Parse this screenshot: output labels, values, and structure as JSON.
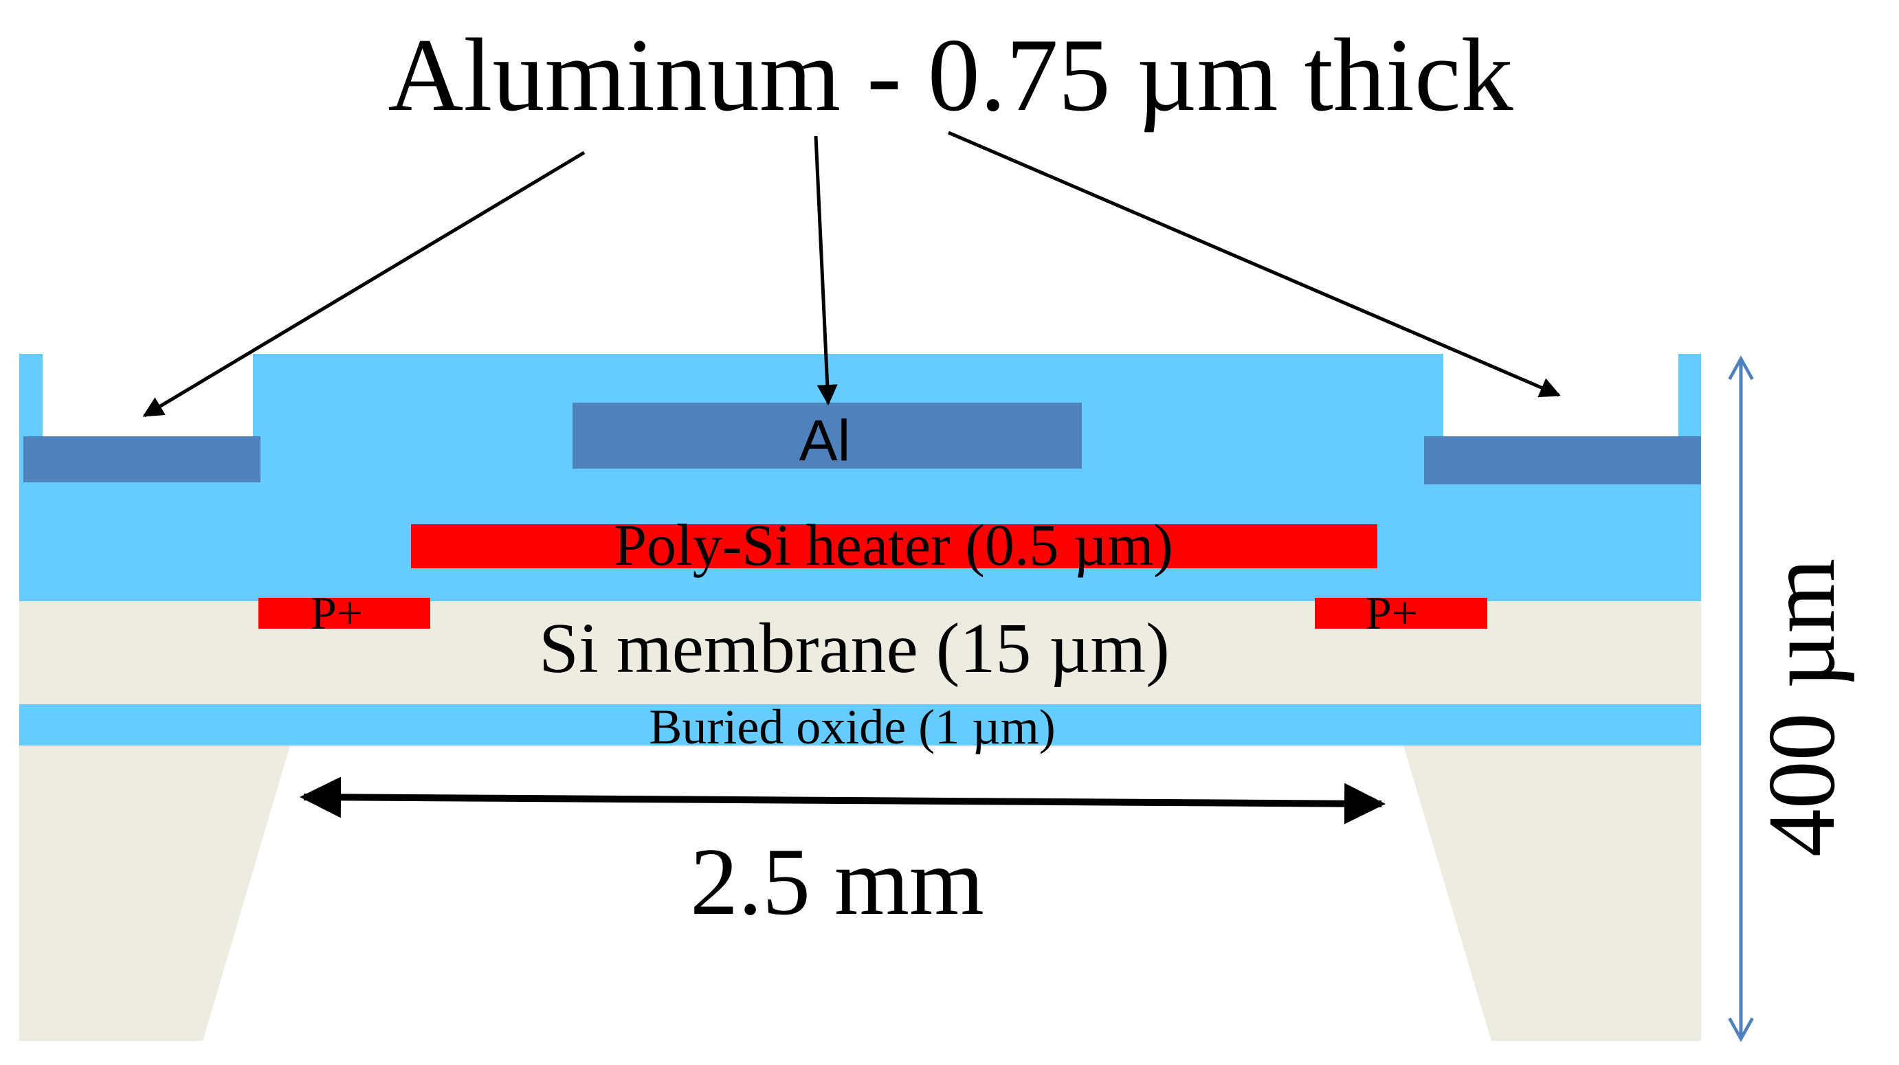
{
  "title": "Aluminum - 0.75 µm thick",
  "labels": {
    "al": "Al",
    "heater": "Poly-Si heater (0.5 µm)",
    "p_left": "P+",
    "p_right": "P+",
    "membrane": "Si membrane (15 µm)",
    "buried_oxide": "Buried oxide (1 µm)",
    "width_dimension": "2.5 mm",
    "height_dimension": "400 µm"
  },
  "colors": {
    "oxide": "#66CCFF",
    "aluminum": "#4F81BD",
    "heater": "#FF0000",
    "silicon": "#EEEBE1",
    "dimension_arrow": "#4F81BD",
    "text": "#000000"
  }
}
